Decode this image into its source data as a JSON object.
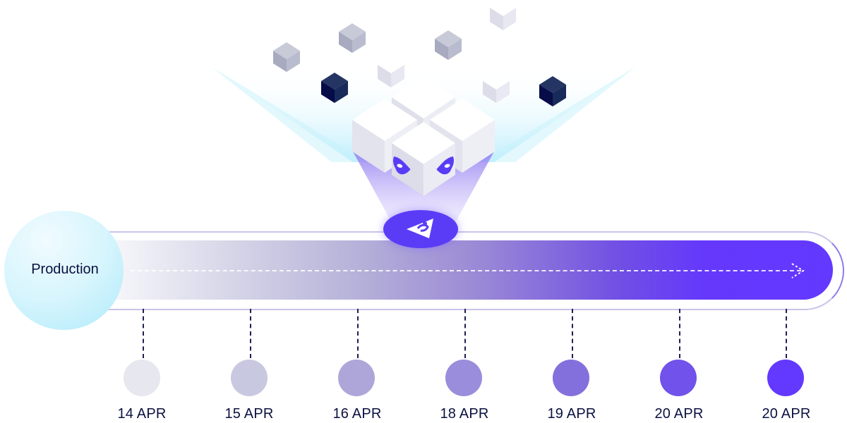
{
  "diagram": {
    "source_node": {
      "label": "Production"
    },
    "timeline": {
      "milestones": [
        {
          "date": "14 APR",
          "color": "#e6e6ee"
        },
        {
          "date": "15 APR",
          "color": "#cac8e2"
        },
        {
          "date": "16 APR",
          "color": "#aea6d8"
        },
        {
          "date": "18 APR",
          "color": "#9a8ddb"
        },
        {
          "date": "19 APR",
          "color": "#8470dd"
        },
        {
          "date": "20 APR",
          "color": "#7152ea"
        },
        {
          "date": "20 APR",
          "color": "#6338ff"
        }
      ]
    },
    "colors": {
      "accent": "#6338ff",
      "badge": "#5b3cf6",
      "text": "#0b1140",
      "dark_cube": "#141f4f",
      "cyan_glow": "#bdf0fb"
    },
    "icons": {
      "center_logo": "triangle-swirl-logo-icon",
      "mask_left": "masquerade-mask-icon",
      "mask_right": "masquerade-mask-icon",
      "arrow": "dashed-arrow-right-icon"
    }
  }
}
